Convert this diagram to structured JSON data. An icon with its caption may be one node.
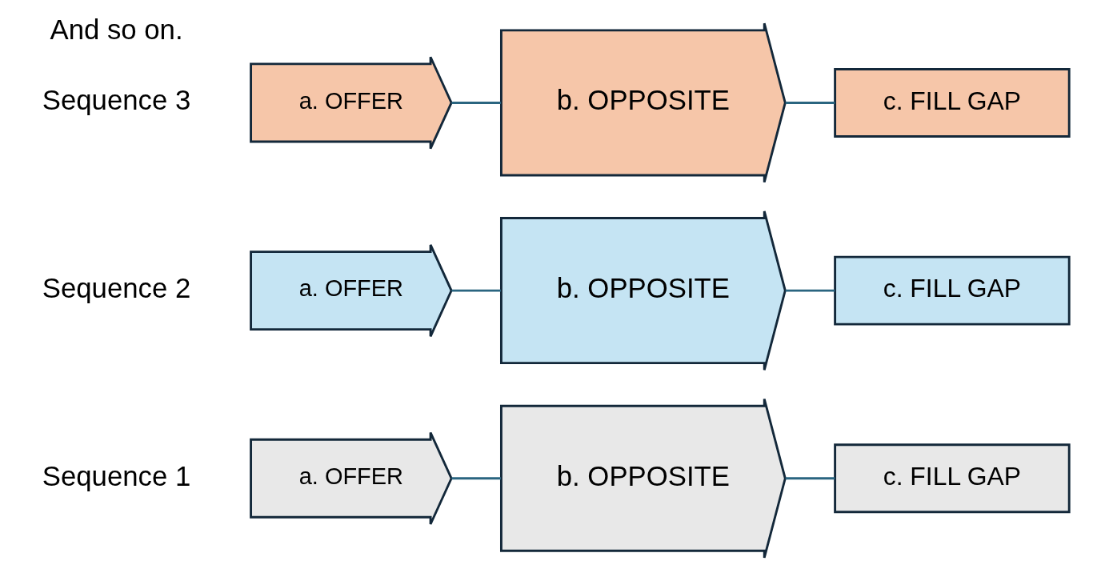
{
  "diagram": {
    "nodes": [
      {
        "text": [
          "a. OFFER"
        ],
        "beside": [
          "Sequence 1"
        ]
      },
      {
        "text": [
          "b. OPPOSITE"
        ]
      },
      {
        "text": [
          "c. FILL GAP"
        ]
      },
      {
        "text": [
          "a. OFFER"
        ],
        "beside": [
          "Sequence 2"
        ]
      },
      {
        "text": [
          "b. OPPOSITE"
        ]
      },
      {
        "text": [
          "c. FILL GAP"
        ]
      },
      {
        "text": [
          "a. OFFER"
        ],
        "beside": [
          "Sequence 3"
        ]
      },
      {
        "text": [
          "b. OPPOSITE"
        ]
      },
      {
        "text": [
          "c. FILL GAP"
        ]
      }
    ],
    "edges": [
      {
        "from": 0,
        "to": 1,
        "arrow": "none"
      },
      {
        "from": 1,
        "to": 2,
        "arrow": "none"
      },
      {
        "from": 3,
        "to": 4,
        "arrow": "none"
      },
      {
        "from": 4,
        "to": 5,
        "arrow": "none"
      },
      {
        "from": 6,
        "to": 7,
        "arrow": "none"
      },
      {
        "from": 7,
        "to": 8,
        "arrow": "none"
      }
    ],
    "labels": [
      "And so on."
    ]
  }
}
